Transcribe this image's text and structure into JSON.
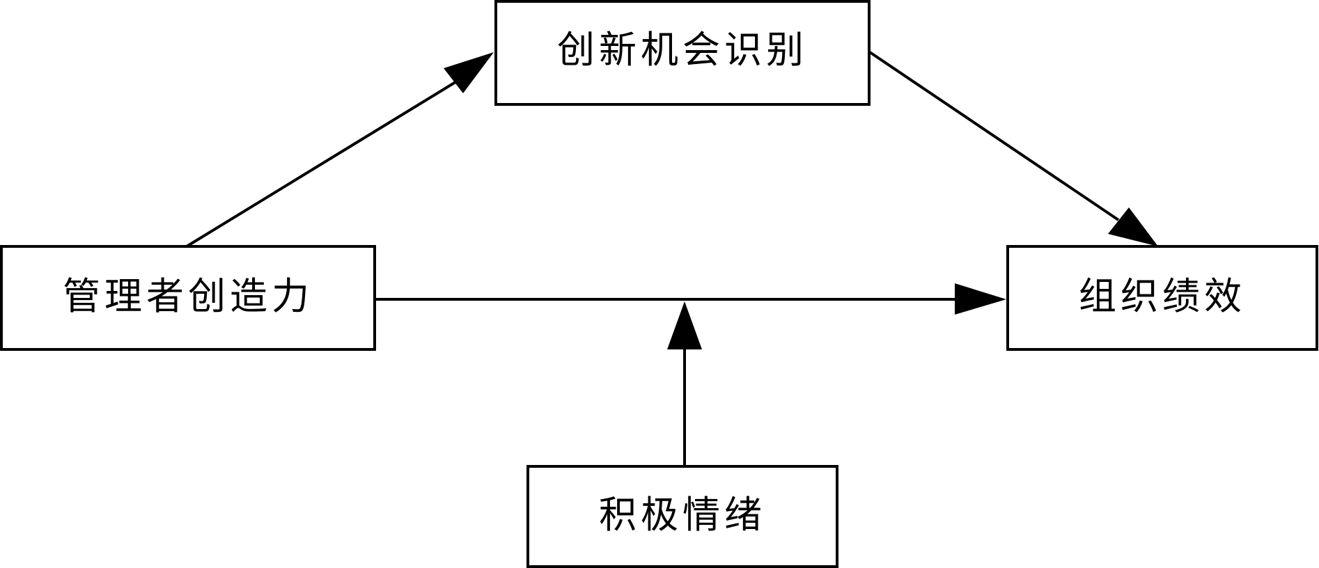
{
  "nodes": {
    "innovation_opportunity": {
      "label": "创新机会识别"
    },
    "manager_creativity": {
      "label": "管理者创造力"
    },
    "org_performance": {
      "label": "组织绩效"
    },
    "positive_emotion": {
      "label": "积极情绪"
    }
  },
  "edges": [
    {
      "from": "manager_creativity",
      "to": "innovation_opportunity"
    },
    {
      "from": "innovation_opportunity",
      "to": "org_performance"
    },
    {
      "from": "manager_creativity",
      "to": "org_performance"
    },
    {
      "from": "positive_emotion",
      "to": "manager_creativity→org_performance"
    }
  ],
  "colors": {
    "stroke": "#000000",
    "background": "#ffffff"
  }
}
